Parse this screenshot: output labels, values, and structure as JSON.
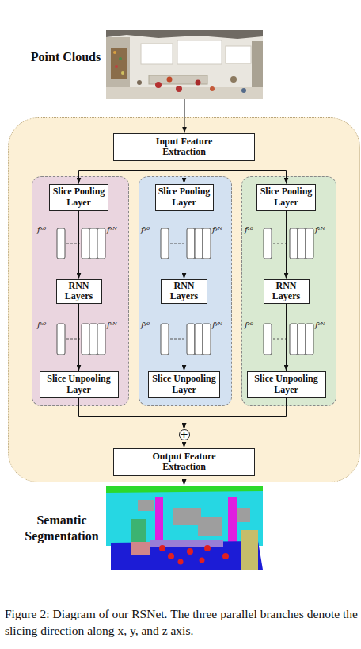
{
  "diagram": {
    "caption": "Figure 2: Diagram of our RSNet. The three parallel branches denote the slicing direction along x, y, and z axis.",
    "nodes": [
      {
        "text": [
          "Point Clouds"
        ]
      },
      {
        "text": []
      },
      {
        "text": [
          "Input Feature Extraction"
        ],
        "in": 1
      },
      {
        "text": [],
        "in": 1
      },
      {
        "text": [
          "Slice Pooling Layer"
        ],
        "in": 3
      },
      {
        "text": [
          "RNN Layers"
        ],
        "in": 3
      },
      {
        "text": [
          "Slice Unpooling Layer"
        ],
        "in": 3
      },
      {
        "text": [],
        "in": 1
      },
      {
        "text": [
          "Slice Pooling Layer"
        ],
        "in": 7
      },
      {
        "text": [
          "RNN Layers"
        ],
        "in": 7
      },
      {
        "text": [
          "Slice Unpooling Layer"
        ],
        "in": 7
      },
      {
        "text": [],
        "in": 1
      },
      {
        "text": [
          "Slice Pooling Layer"
        ],
        "in": 11
      },
      {
        "text": [
          "RNN Layers"
        ],
        "in": 11
      },
      {
        "text": [
          "Slice Unpooling Layer"
        ],
        "in": 11
      },
      {
        "text": [
          "+"
        ],
        "in": 1
      },
      {
        "text": [
          "Output Feature Extraction"
        ],
        "in": 1
      },
      {
        "text": [
          "Semantic Segmentation"
        ]
      }
    ],
    "edges": [
      {
        "from": 0,
        "to": 2,
        "arrow": "to"
      },
      {
        "from": 2,
        "to": 4,
        "arrow": "to"
      },
      {
        "from": 2,
        "to": 8,
        "arrow": "to"
      },
      {
        "from": 2,
        "to": 12,
        "arrow": "to"
      },
      {
        "from": 4,
        "to": 5,
        "arrow": "to"
      },
      {
        "from": 5,
        "to": 6,
        "arrow": "to"
      },
      {
        "from": 8,
        "to": 9,
        "arrow": "to"
      },
      {
        "from": 9,
        "to": 10,
        "arrow": "to"
      },
      {
        "from": 12,
        "to": 13,
        "arrow": "to"
      },
      {
        "from": 13,
        "to": 14,
        "arrow": "to"
      },
      {
        "from": 6,
        "to": 15,
        "arrow": "to"
      },
      {
        "from": 10,
        "to": 15,
        "arrow": "to"
      },
      {
        "from": 14,
        "to": 15,
        "arrow": "to"
      },
      {
        "from": 15,
        "to": 16,
        "arrow": "to"
      },
      {
        "from": 16,
        "to": 17,
        "arrow": "to"
      }
    ],
    "labels": [
      "fˣ⁰",
      "fˣᴺ",
      "fʸ⁰",
      "fʸᴺ",
      "fᶻ⁰",
      "fᶻᴺ",
      "fˣ⁰",
      "fˣᴺ",
      "fʸ⁰",
      "fʸᴺ",
      "fᶻ⁰",
      "fᶻᴺ"
    ]
  }
}
